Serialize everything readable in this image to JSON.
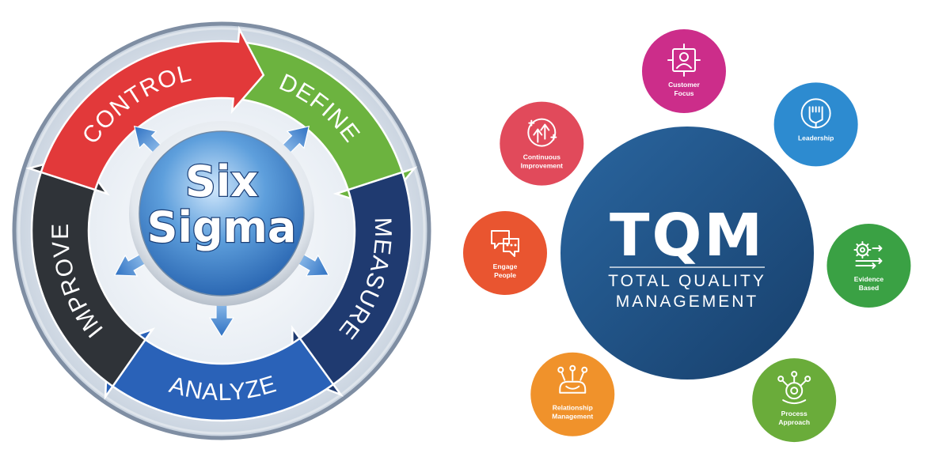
{
  "six_sigma": {
    "center_title_line1": "Six",
    "center_title_line2": "Sigma",
    "phases": [
      {
        "name": "DEFINE",
        "color": "#6cb33f"
      },
      {
        "name": "MEASURE",
        "color": "#1f3a70"
      },
      {
        "name": "ANALYZE",
        "color": "#2a62b8"
      },
      {
        "name": "IMPROVE",
        "color": "#2f3338"
      },
      {
        "name": "CONTROL",
        "color": "#e2393a"
      }
    ]
  },
  "tqm": {
    "title": "TQM",
    "subtitle_line1": "TOTAL QUALITY",
    "subtitle_line2": "MANAGEMENT",
    "center_color": "#1f5488",
    "principles": [
      {
        "label_lines": [
          "Customer",
          "Focus"
        ],
        "icon": "customer-target-icon",
        "color": "#cc2d8a"
      },
      {
        "label_lines": [
          "Leadership"
        ],
        "icon": "raised-fist-icon",
        "color": "#2d8bd0"
      },
      {
        "label_lines": [
          "Evidence",
          "Based"
        ],
        "icon": "gear-arrows-icon",
        "color": "#3aa144"
      },
      {
        "label_lines": [
          "Process",
          "Approach"
        ],
        "icon": "gear-network-icon",
        "color": "#6aac3a"
      },
      {
        "label_lines": [
          "Relationship",
          "Management"
        ],
        "icon": "handshake-network-icon",
        "color": "#f0922b"
      },
      {
        "label_lines": [
          "Engage",
          "People"
        ],
        "icon": "chat-bubbles-icon",
        "color": "#e95530"
      },
      {
        "label_lines": [
          "Continuous",
          "Improvement"
        ],
        "icon": "upward-arrows-icon",
        "color": "#e14a5b"
      }
    ]
  }
}
